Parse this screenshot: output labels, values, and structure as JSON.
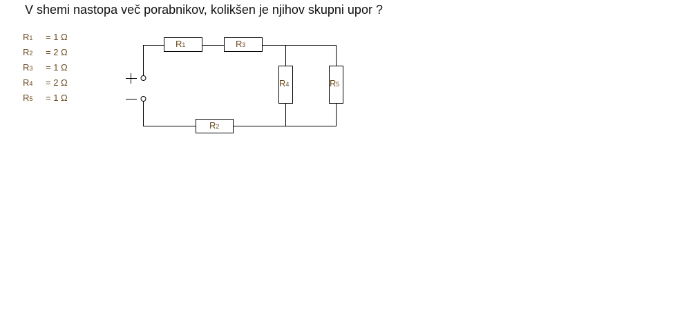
{
  "title": "V shemi nastopa več porabnikov, kolikšen je njihov skupni upor ?",
  "resistors": [
    {
      "name": "R",
      "index": "1",
      "value": "= 1 Ω"
    },
    {
      "name": "R",
      "index": "2",
      "value": "= 2 Ω"
    },
    {
      "name": "R",
      "index": "3",
      "value": "= 1 Ω"
    },
    {
      "name": "R",
      "index": "4",
      "value": "= 2 Ω"
    },
    {
      "name": "R",
      "index": "5",
      "value": "= 1 Ω"
    }
  ],
  "terminals": {
    "plus": "+",
    "minus": "−"
  },
  "colors": {
    "label": "#6b4a1e",
    "wire": "#000000"
  }
}
